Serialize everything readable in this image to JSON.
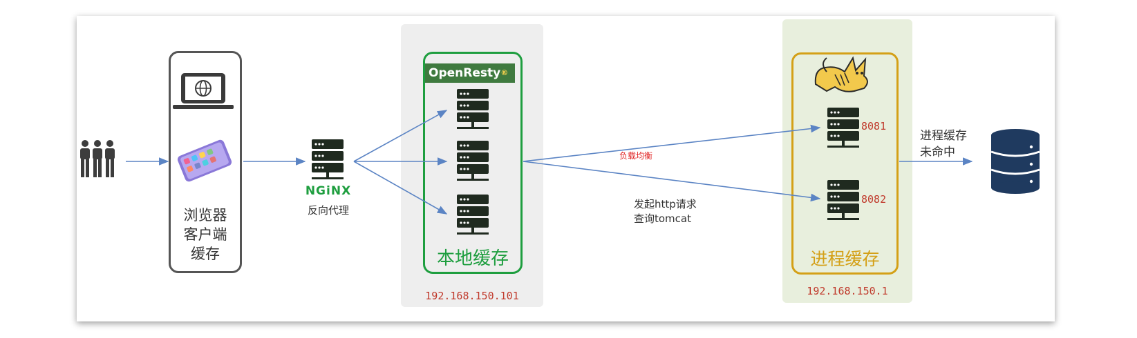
{
  "colors": {
    "accent_green": "#1e9e3f",
    "accent_gold": "#d4a017",
    "server_dark": "#1f2a1f",
    "arrow_blue": "#5b84c4",
    "ip_red": "#c0392b",
    "zone_gray": "#eeeeee",
    "zone_green": "#e8efdd",
    "db_navy": "#1f3a5f"
  },
  "browser": {
    "label_lines": [
      "浏览器",
      "客户端",
      "缓存"
    ]
  },
  "nginx": {
    "logo": "NGiNX",
    "label": "反向代理"
  },
  "openresty": {
    "logo": "OpenResty",
    "reg": "®",
    "label": "本地缓存",
    "ip": "192.168.150.101"
  },
  "tomcat": {
    "label": "进程缓存",
    "ip": "192.168.150.1",
    "ports": [
      "8081",
      "8082"
    ]
  },
  "annotations": {
    "load_balance": "负载均衡",
    "http_lines": [
      "发起http请求",
      "查询tomcat"
    ],
    "miss_lines": [
      "进程缓存",
      "未命中"
    ]
  }
}
